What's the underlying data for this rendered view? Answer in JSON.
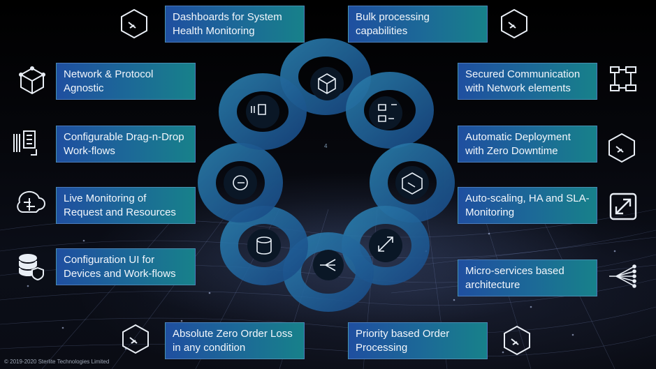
{
  "features": {
    "left": [
      {
        "label": "Network & Protocol Agnostic",
        "icon": "network-cube-icon"
      },
      {
        "label": "Configurable Drag-n-Drop Work-flows",
        "icon": "workflow-document-icon"
      },
      {
        "label": "Live Monitoring of Request and Resources",
        "icon": "brain-circuit-icon"
      },
      {
        "label": "Configuration UI for Devices and Work-flows",
        "icon": "database-shield-icon"
      }
    ],
    "right": [
      {
        "label": "Secured Communication with Network elements",
        "icon": "process-flow-icon"
      },
      {
        "label": "Automatic Deployment with Zero Downtime",
        "icon": "box-plug-icon"
      },
      {
        "label": "Auto-scaling, HA and SLA-Monitoring",
        "icon": "expand-arrows-icon"
      },
      {
        "label": "Micro-services based architecture",
        "icon": "fiber-branch-icon"
      }
    ],
    "top": [
      {
        "label": "Dashboards for System Health Monitoring",
        "icon": "box-plug-icon"
      },
      {
        "label": "Bulk processing capabilities",
        "icon": "box-plug-icon"
      }
    ],
    "bottom": [
      {
        "label": "Absolute Zero Order Loss in any condition",
        "icon": "box-plug-icon"
      },
      {
        "label": "Priority based Order Processing",
        "icon": "box-plug-icon"
      }
    ]
  },
  "center_page_number": "4",
  "footer_text": "© 2019-2020 Sterlite Technologies Limited",
  "colors": {
    "card_start": "#1f4fa0",
    "card_end": "#17818a",
    "flower_petal": "#1e6aa6",
    "background": "#05060a"
  }
}
